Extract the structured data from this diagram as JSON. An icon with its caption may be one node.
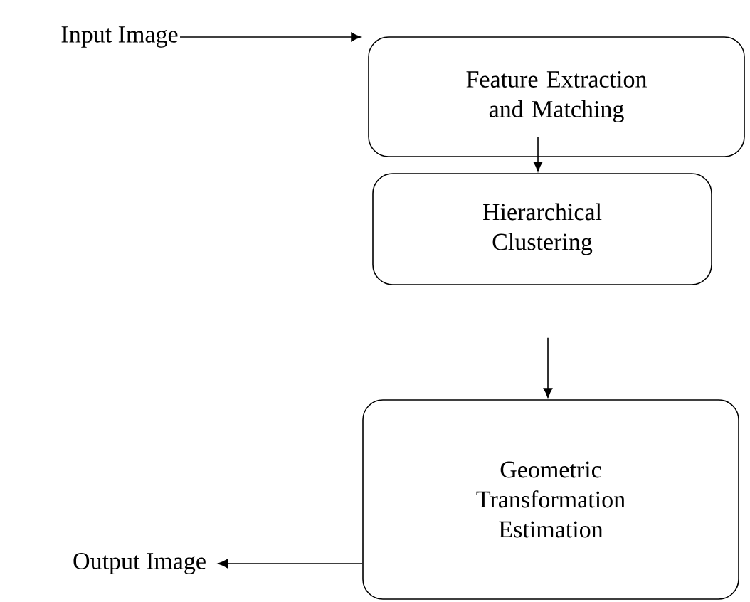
{
  "diagram": {
    "nodes": [
      {
        "text": [
          "Input Image"
        ]
      },
      {
        "text": [
          "Feature Extraction and Matching"
        ]
      },
      {
        "text": [
          "Hierarchical Clustering"
        ]
      },
      {
        "text": [
          "Geometric Transformation Estimation"
        ]
      },
      {
        "text": [
          "Output Image"
        ]
      }
    ],
    "edges": [
      {
        "from": 0,
        "to": 1,
        "arrow": "to"
      },
      {
        "from": 1,
        "to": 2,
        "arrow": "to"
      },
      {
        "from": 2,
        "to": 3,
        "arrow": "to"
      },
      {
        "from": 3,
        "to": 4,
        "arrow": "to"
      }
    ]
  }
}
